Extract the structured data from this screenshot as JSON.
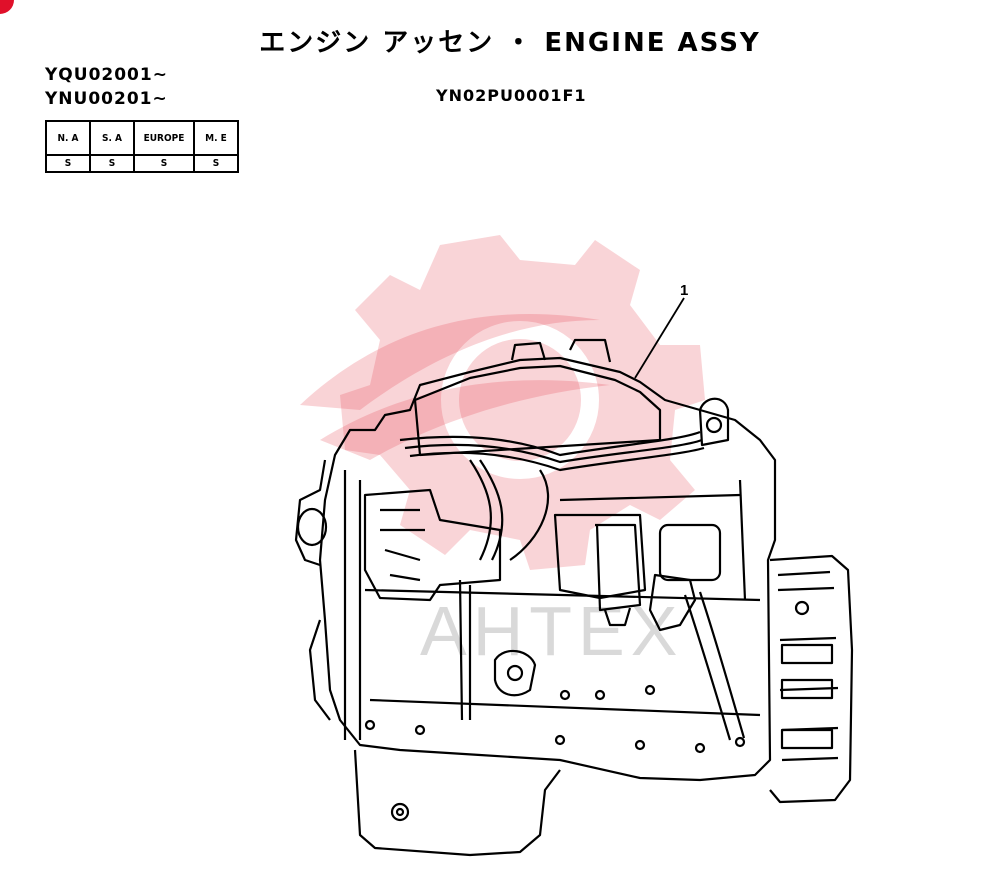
{
  "document": {
    "title": "エンジン アッセン ・ ENGINE ASSY",
    "serials": [
      "YQU02001~",
      "YNU00201~"
    ],
    "figure_code": "YN02PU0001F1",
    "spec_table": {
      "headers": [
        "N. A",
        "S. A",
        "EUROPE",
        "M. E"
      ],
      "values": [
        "S",
        "S",
        "S",
        "S"
      ]
    },
    "callouts": [
      {
        "label": "1"
      }
    ],
    "watermark_text": "AHTEX"
  }
}
